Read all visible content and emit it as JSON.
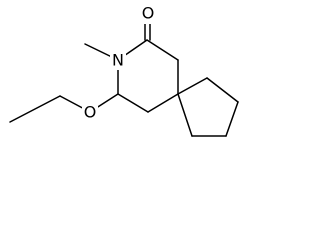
{
  "molecule": {
    "atom_labels": {
      "oxygen_carbonyl": "O",
      "nitrogen": "N",
      "oxygen_ether": "O"
    }
  }
}
